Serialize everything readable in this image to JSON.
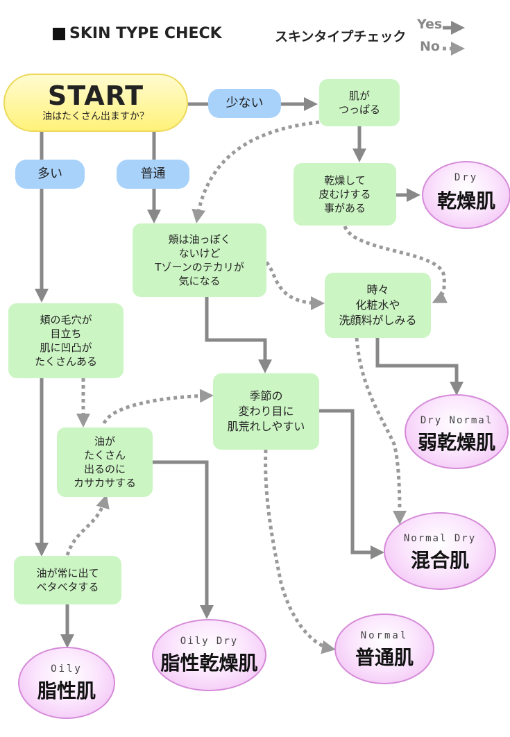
{
  "header": {
    "title": "SKIN TYPE CHECK",
    "subtitle": "スキンタイプチェック",
    "legend_yes": "Yes",
    "legend_no": "No"
  },
  "colors": {
    "yes_arrow": "#888888",
    "no_arrow": "#999999",
    "question_box": "#ccf5c4",
    "answer_pill": "#a8d2fa",
    "start_fill": "#fff27a",
    "result_fill": "#f0b8f3"
  },
  "start": {
    "title": "START",
    "question": "油はたくさん出ますか？"
  },
  "answers": {
    "few": "少ない",
    "many": "多い",
    "normal": "普通"
  },
  "questions": {
    "tight": [
      "肌が",
      "つっぱる"
    ],
    "flaky": [
      "乾燥して",
      "皮むけする",
      "事がある"
    ],
    "cheeks": [
      "頬は油っぽく",
      "ないけど",
      "Tゾーンのテカリが",
      "気になる"
    ],
    "sting": [
      "時々",
      "化粧水や",
      "洗顔料がしみる"
    ],
    "pores": [
      "頬の毛穴が",
      "目立ち",
      "肌に凹凸が",
      "たくさんある"
    ],
    "season": [
      "季節の",
      "変わり目に",
      "肌荒れしやすい"
    ],
    "oily_dry": [
      "油が",
      "たくさん",
      "出るのに",
      "カサカサする"
    ],
    "sticky": [
      "油が常に出て",
      "ベタベタする"
    ]
  },
  "results": {
    "dry": {
      "en": "Dry",
      "jp": "乾燥肌"
    },
    "dry_normal": {
      "en": "Dry Normal",
      "jp": "弱乾燥肌"
    },
    "normal_dry": {
      "en": "Normal Dry",
      "jp": "混合肌"
    },
    "normal": {
      "en": "Normal",
      "jp": "普通肌"
    },
    "oily_dry": {
      "en": "Oily Dry",
      "jp": "脂性乾燥肌"
    },
    "oily": {
      "en": "Oily",
      "jp": "脂性肌"
    }
  }
}
